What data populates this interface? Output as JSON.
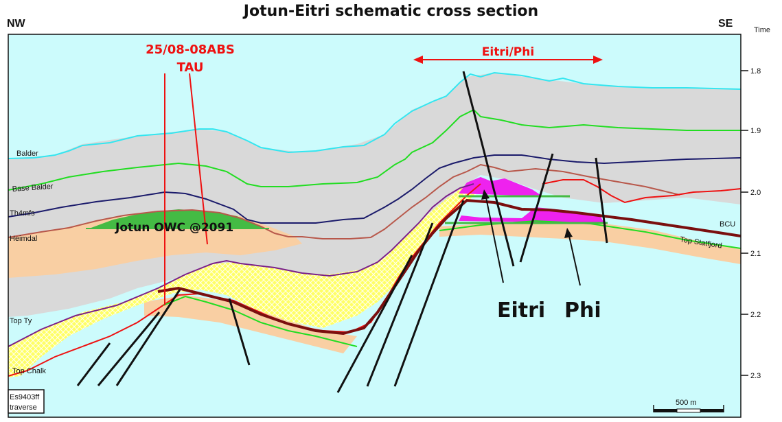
{
  "title": "Jotun-Eitri schematic cross section",
  "corners": {
    "left": "NW",
    "right": "SE"
  },
  "time_axis": {
    "label": "Time",
    "ticks": [
      "1.8",
      "1.9",
      "2.0",
      "2.1",
      "2.2",
      "2.3"
    ]
  },
  "well": {
    "name": "25/08-08ABS",
    "target": "TAU"
  },
  "prospect_arrow_label": "Eitri/Phi",
  "horizons": {
    "balder": "Balder",
    "base_balder": "Base Balder",
    "th4mfs": "Th4mfs",
    "heimdal": "Heimdal",
    "top_ty": "Top Ty",
    "top_chalk": "Top Chalk",
    "bcu": "BCU",
    "top_statfjord": "Top Statfjord"
  },
  "annotations": {
    "jotun_owc": "Jotun OWC @2091",
    "eitri": "Eitri",
    "phi": "Phi"
  },
  "traverse": {
    "line1": "Es9403ff",
    "line2": "traverse"
  },
  "scale_bar": "500 m",
  "colors": {
    "sea_basement": "#ccfbfc",
    "grey_shale": "#d9d9d9",
    "sand_peach": "#f9cfa3",
    "yellow_sand": "#ffff66",
    "balder_line": "#33e6f0",
    "green_horizon": "#22dd22",
    "navy_horizon": "#1b1b6b",
    "brown_horizon": "#b8584b",
    "purple_horizon": "#7a1f8a",
    "red_horizon": "#ee1111",
    "bcu_line": "#7a0f0f",
    "oil_green": "#44bb44",
    "gas_magenta": "#ee22ee",
    "title_red": "#ee1111"
  }
}
